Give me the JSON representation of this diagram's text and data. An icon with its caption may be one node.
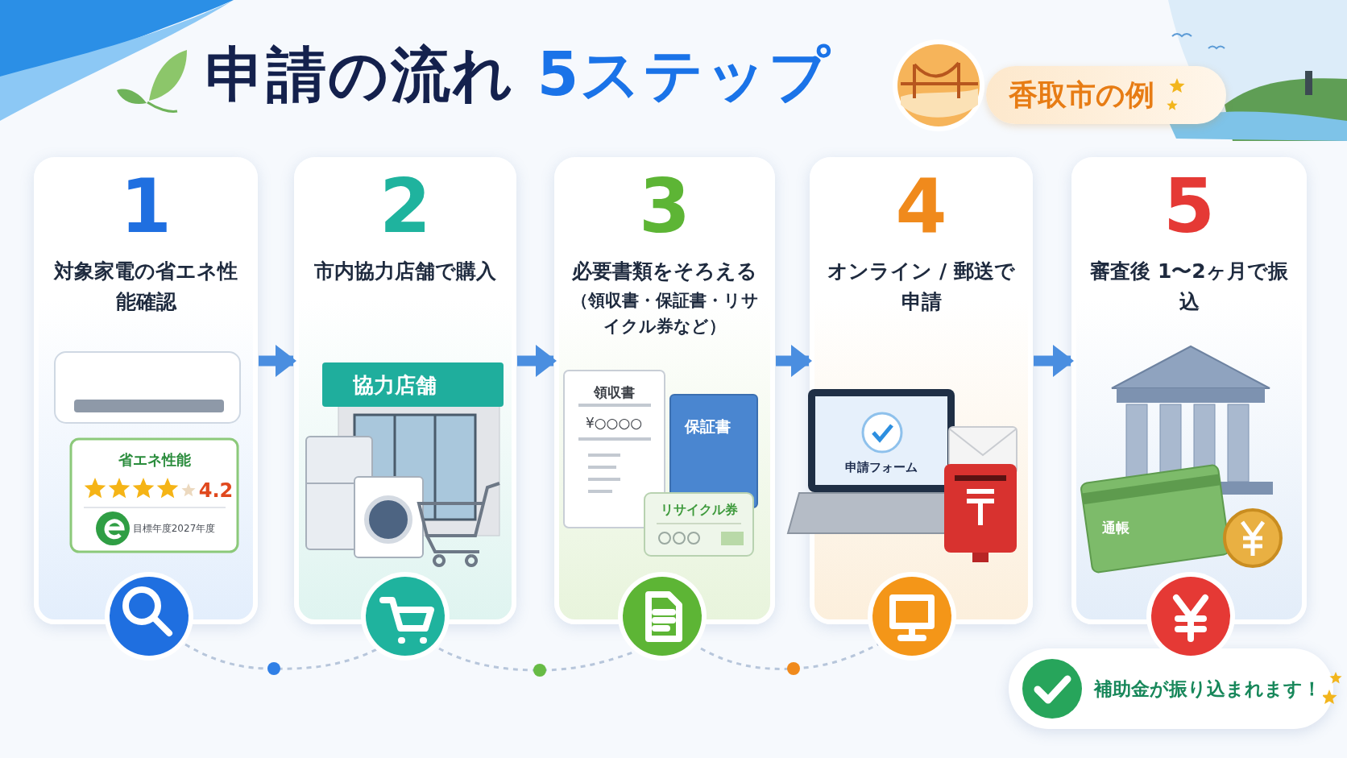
{
  "diagram": {
    "title": "申請の流れ 5ステップ",
    "nodes": [
      {
        "text": [
          "香取市の例"
        ]
      },
      {
        "text": [
          "1",
          "対象家電の省エネ性能確認"
        ]
      },
      {
        "text": [
          "2",
          "市内協力店舗で購入"
        ]
      },
      {
        "text": [
          "3",
          "必要書類をそろえる",
          "（領収書・保証書・リサイクル券など）"
        ]
      },
      {
        "text": [
          "4",
          "オンライン / 郵送で申請"
        ]
      },
      {
        "text": [
          "5",
          "審査後 1〜2ヶ月で振込"
        ]
      },
      {
        "text": [
          "補助金が振り込まれます！"
        ]
      }
    ],
    "edges": [
      {
        "from": 1,
        "to": 2,
        "arrow": "to"
      },
      {
        "from": 2,
        "to": 3,
        "arrow": "to"
      },
      {
        "from": 3,
        "to": 4,
        "arrow": "to"
      },
      {
        "from": 4,
        "to": 5,
        "arrow": "to"
      }
    ],
    "labels": [
      "省エネ性能",
      "4.2",
      "目標年度2027年度",
      "協力店舗",
      "領収書",
      "¥○○○○",
      "保証書",
      "リサイクル券",
      "申請フォーム",
      "通帳"
    ]
  }
}
